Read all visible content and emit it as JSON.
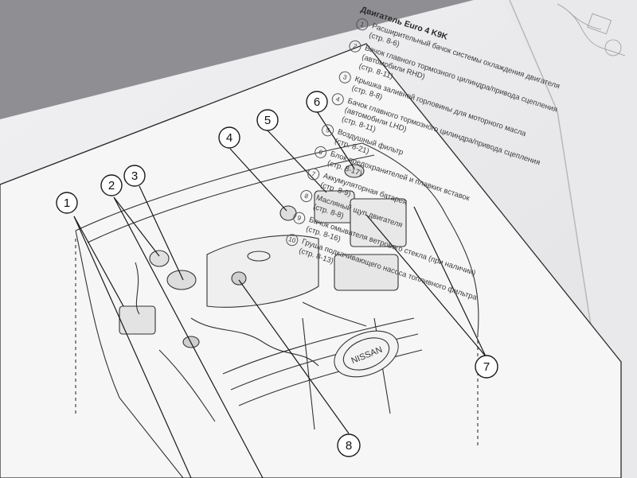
{
  "legend": {
    "title": "Двигатель Euro 4 K9K",
    "items": [
      {
        "num": "1",
        "text": "Расширительный бачок системы охлаждения двигателя",
        "ref": "(стр. 8-6)"
      },
      {
        "num": "2",
        "text": "Бачок главного тормозного цилиндра/привода сцепления (автомобили RHD)",
        "ref": "(стр. 8-11)"
      },
      {
        "num": "3",
        "text": "Крышка заливной горловины для моторного масла",
        "ref": "(стр. 8-8)"
      },
      {
        "num": "4",
        "text": "Бачок главного тормозного цилиндра/привода сцепления (автомобили LHD)",
        "ref": "(стр. 8-11)"
      },
      {
        "num": "5",
        "text": "Воздушный фильтр",
        "ref": "(стр. 8-21)"
      },
      {
        "num": "6",
        "text": "Блок предохранителей и плавких вставок",
        "ref": "(стр. 8-17)"
      },
      {
        "num": "7",
        "text": "Аккумуляторная батарея",
        "ref": "(стр. 8-9)"
      },
      {
        "num": "8",
        "text": "Масляный щуп двигателя",
        "ref": "(стр. 8-8)"
      },
      {
        "num": "9",
        "text": "Бачок омывателя ветрового стекла (при наличии)",
        "ref": "(стр. 8-16)"
      },
      {
        "num": "10",
        "text": "Груша подкачивающего насоса топливного фильтра",
        "ref": "(стр. 8-13)"
      }
    ]
  },
  "callouts": [
    "1",
    "2",
    "3",
    "4",
    "5",
    "6",
    "7",
    "8"
  ],
  "logo_text": "NISSAN"
}
